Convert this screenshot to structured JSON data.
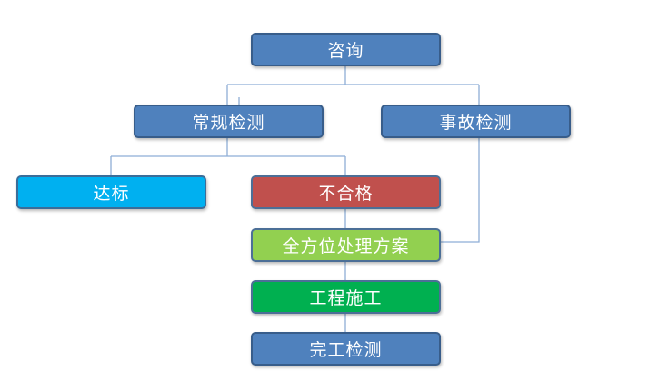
{
  "flowchart": {
    "consult": "咨询",
    "routine_inspection": "常规检测",
    "accident_inspection": "事故检测",
    "pass": "达标",
    "fail": "不合格",
    "full_plan": "全方位处理方案",
    "construction": "工程施工",
    "final_inspection": "完工检测"
  },
  "colors": {
    "blue": "#4f81bd",
    "cyan": "#00b0f0",
    "red": "#c0504d",
    "light_green": "#92d050",
    "dark_green": "#00b050",
    "connector": "#8eaed6"
  }
}
